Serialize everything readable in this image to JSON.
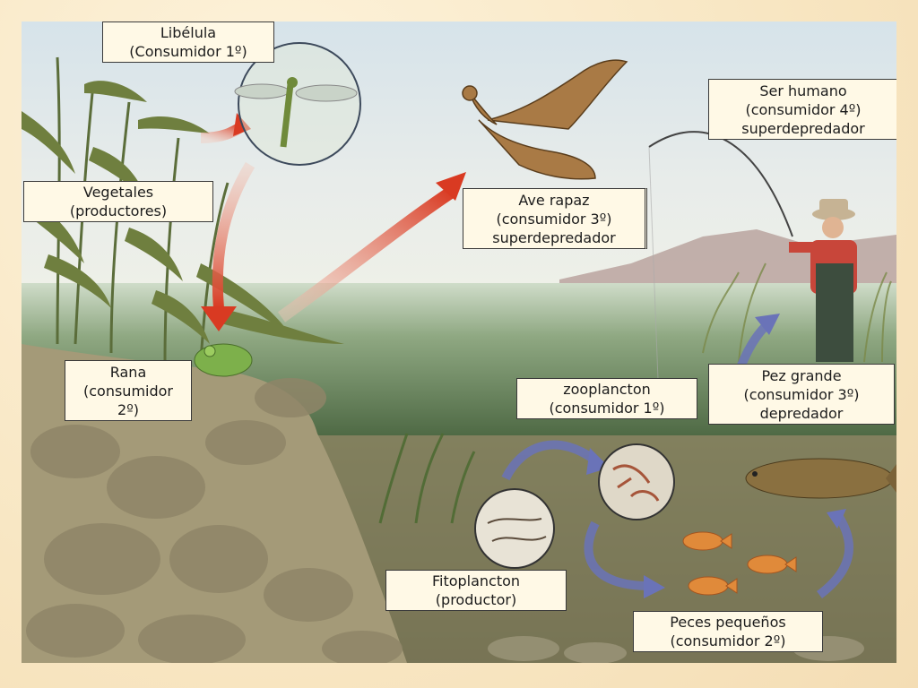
{
  "labels": {
    "libelula": {
      "line1": "Libélula",
      "line2": "(Consumidor 1º)"
    },
    "vegetales": {
      "line1": "Vegetales",
      "line2": "(productores)"
    },
    "rana": {
      "line1": "Rana",
      "line2": "(consumidor",
      "line3": "2º)"
    },
    "ave_rapaz": {
      "line1": "Ave rapaz",
      "line2": "(consumidor 3º)",
      "line3": "superdepredador"
    },
    "ser_humano": {
      "line1": "Ser humano",
      "line2": "(consumidor 4º)",
      "line3": "superdepredador"
    },
    "pez_grande": {
      "line1": "Pez grande",
      "line2": "(consumidor 3º)",
      "line3": "depredador"
    },
    "zooplancton": {
      "line1": "zooplancton",
      "line2": "(consumidor 1º)"
    },
    "fitoplancton": {
      "line1": "Fitoplancton",
      "line2": "(productor)"
    },
    "peces_pequenos": {
      "line1": "Peces pequeños",
      "line2": "(consumidor 2º)"
    }
  },
  "colors": {
    "arrow_red": "#d9412a",
    "arrow_blue": "#6a73b8",
    "sky": "#dfe6e8",
    "water": "#5f7a58",
    "mud": "#9a9070"
  },
  "icons": [
    "dragonfly-icon",
    "hawk-icon",
    "fisherman-icon",
    "frog-icon",
    "large-fish-icon",
    "small-fish-icon",
    "phytoplankton-icon",
    "zooplankton-icon",
    "reeds-icon"
  ]
}
